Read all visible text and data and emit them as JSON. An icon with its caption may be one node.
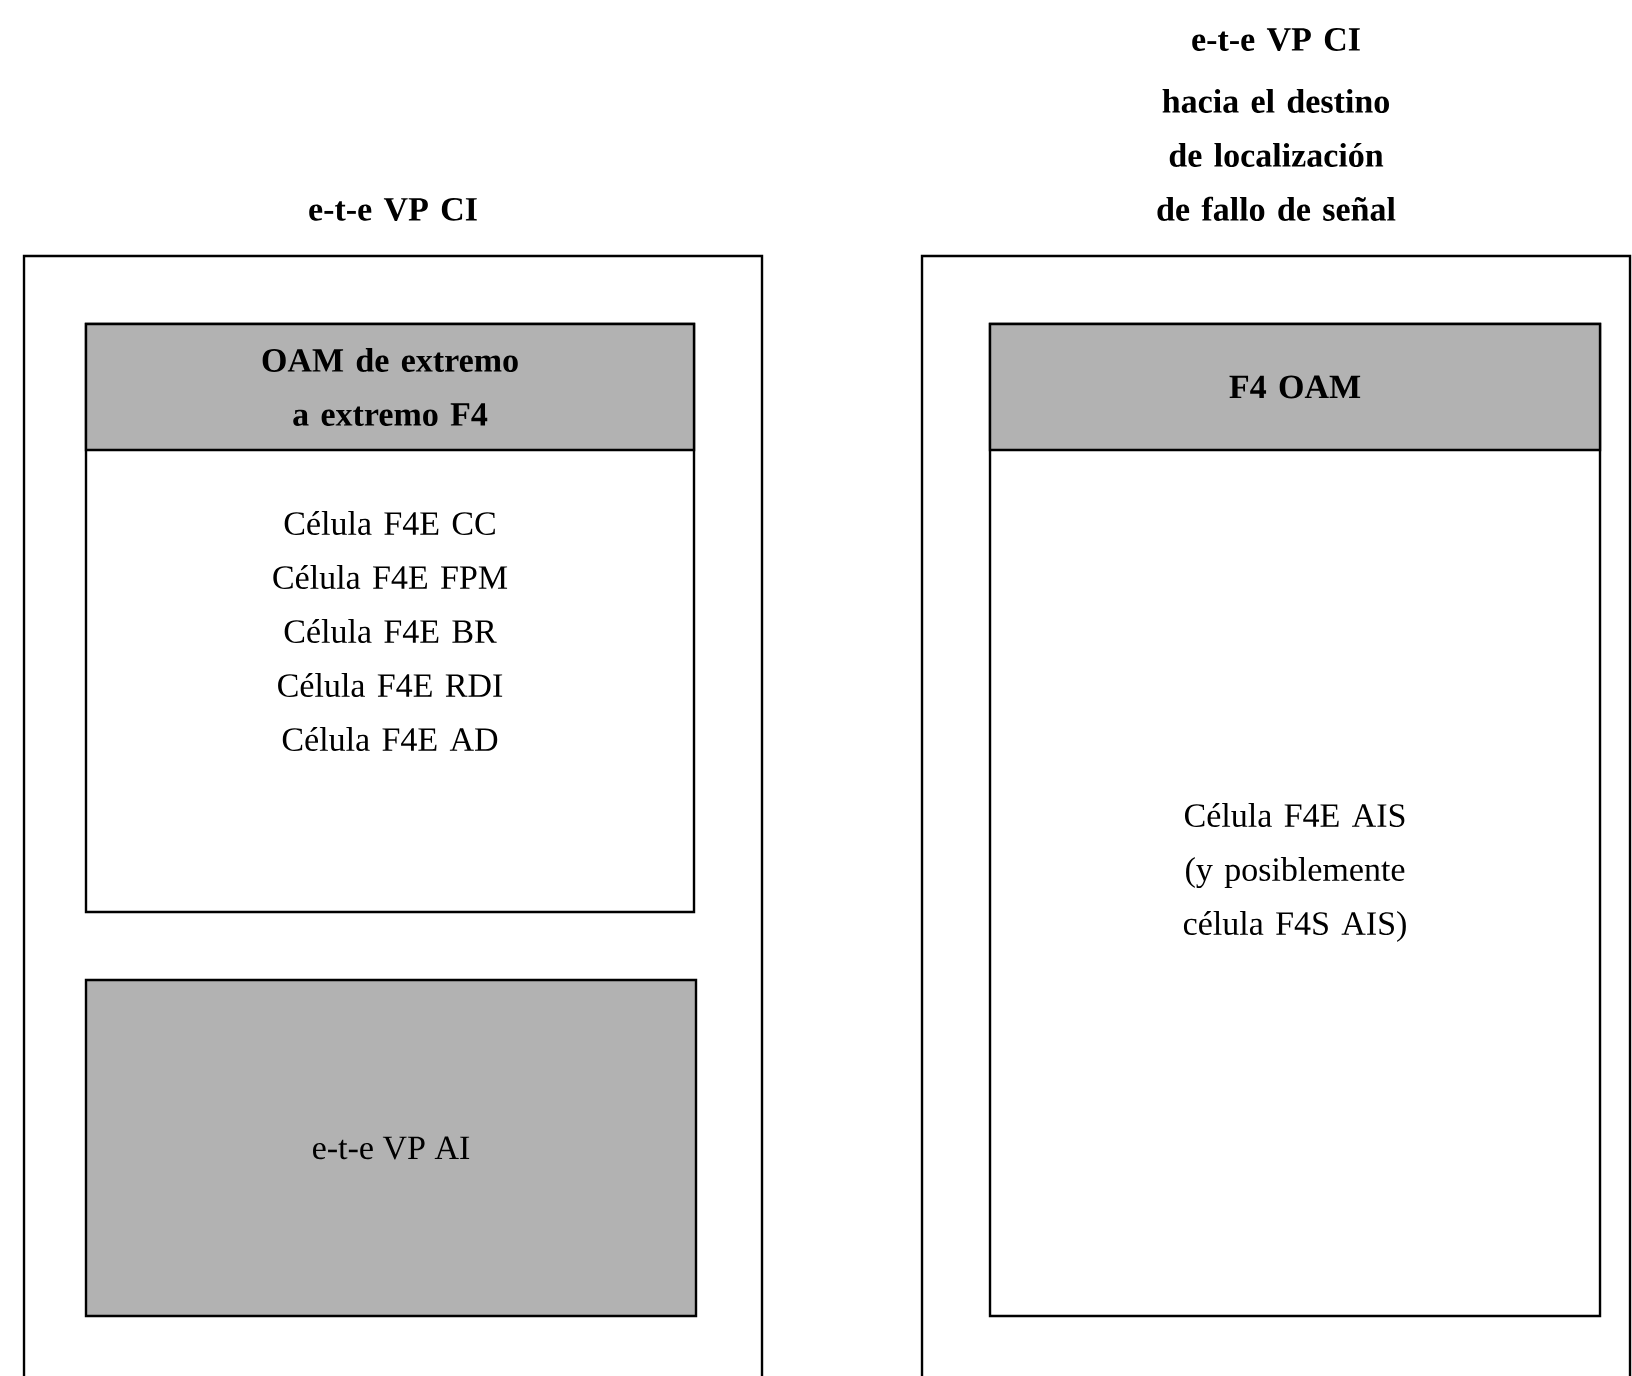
{
  "diagram": {
    "nodes": [
      {
        "text": [
          "e-t-e VP CI"
        ]
      },
      {
        "text": [
          "OAM de extremo a extremo F4",
          "Célula F4E CC Célula F4E FPM Célula F4E BR Célula F4E RDI Célula F4E AD"
        ],
        "in": 0
      },
      {
        "text": [
          "e-t-e VP AI"
        ],
        "in": 0
      },
      {
        "text": [
          "e-t-e VP CI",
          "hacia el destino de localización de fallo de señal"
        ]
      },
      {
        "text": [
          "F4 OAM",
          "Célula F4E AIS (y posiblemente célula F4S AIS)"
        ],
        "in": 3
      }
    ]
  }
}
